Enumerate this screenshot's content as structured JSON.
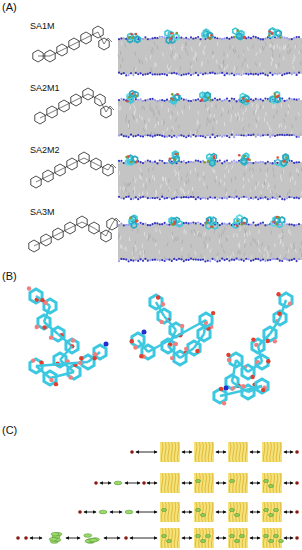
{
  "diagram": {
    "labels": [
      "(A)",
      "SA1M",
      "SA2M1",
      "SA2M2",
      "SA3M",
      "(B)",
      "(C)"
    ]
  }
}
